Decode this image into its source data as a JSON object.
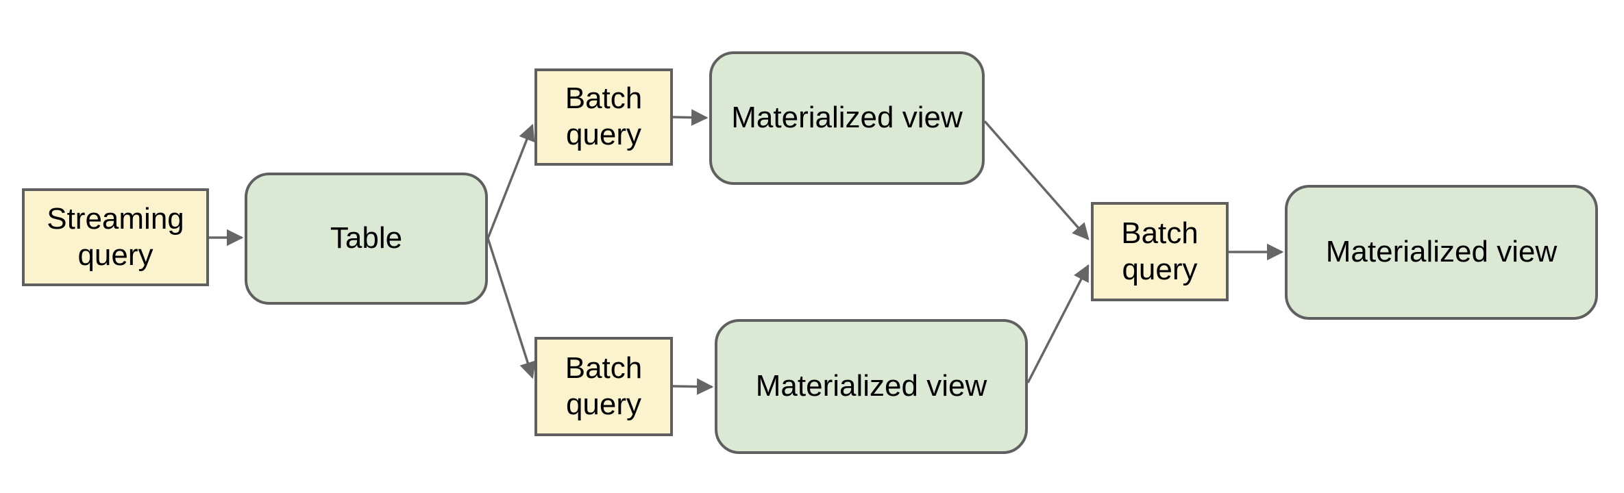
{
  "diagram": {
    "nodes": {
      "streaming_query": {
        "label": "Streaming query",
        "kind": "query"
      },
      "table": {
        "label": "Table",
        "kind": "data"
      },
      "batch_query_top": {
        "label": "Batch query",
        "kind": "query"
      },
      "materialized_view_top": {
        "label": "Materialized view",
        "kind": "data"
      },
      "batch_query_bottom": {
        "label": "Batch query",
        "kind": "query"
      },
      "materialized_view_bottom": {
        "label": "Materialized view",
        "kind": "data"
      },
      "batch_query_final": {
        "label": "Batch query",
        "kind": "query"
      },
      "materialized_view_final": {
        "label": "Materialized view",
        "kind": "data"
      }
    },
    "edges": [
      {
        "from": "streaming_query",
        "to": "table"
      },
      {
        "from": "table",
        "to": "batch_query_top"
      },
      {
        "from": "batch_query_top",
        "to": "materialized_view_top"
      },
      {
        "from": "table",
        "to": "batch_query_bottom"
      },
      {
        "from": "batch_query_bottom",
        "to": "materialized_view_bottom"
      },
      {
        "from": "materialized_view_top",
        "to": "batch_query_final"
      },
      {
        "from": "materialized_view_bottom",
        "to": "batch_query_final"
      },
      {
        "from": "batch_query_final",
        "to": "materialized_view_final"
      }
    ],
    "colors": {
      "canvas_bg": "#ffffff",
      "query_fill": "#fbf2ce",
      "data_fill": "#dbe8d4",
      "node_border": "#5f5f5f",
      "edge_color": "#666666",
      "text_color": "#000000"
    }
  }
}
